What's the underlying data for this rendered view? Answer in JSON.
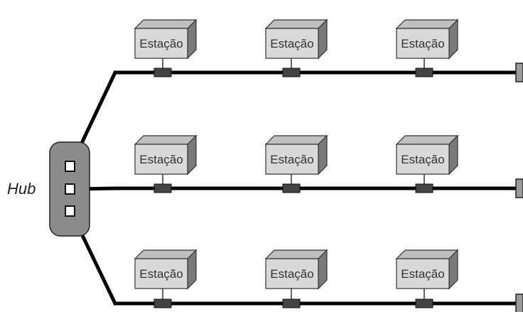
{
  "hub": {
    "label": "Hub",
    "port_count": 3
  },
  "buses": [
    {
      "stations": [
        {
          "label": "Estação"
        },
        {
          "label": "Estação"
        },
        {
          "label": "Estação"
        }
      ]
    },
    {
      "stations": [
        {
          "label": "Estação"
        },
        {
          "label": "Estação"
        },
        {
          "label": "Estação"
        }
      ]
    },
    {
      "stations": [
        {
          "label": "Estação"
        },
        {
          "label": "Estação"
        },
        {
          "label": "Estação"
        }
      ]
    }
  ],
  "colors": {
    "cable": "#000000",
    "hub_fill": "#8c8c8c",
    "box_front": "#d9d9d9",
    "box_top": "#bfbfbf",
    "box_side": "#7a7a7a",
    "connector": "#444444",
    "terminator": "#9a9a9a"
  }
}
